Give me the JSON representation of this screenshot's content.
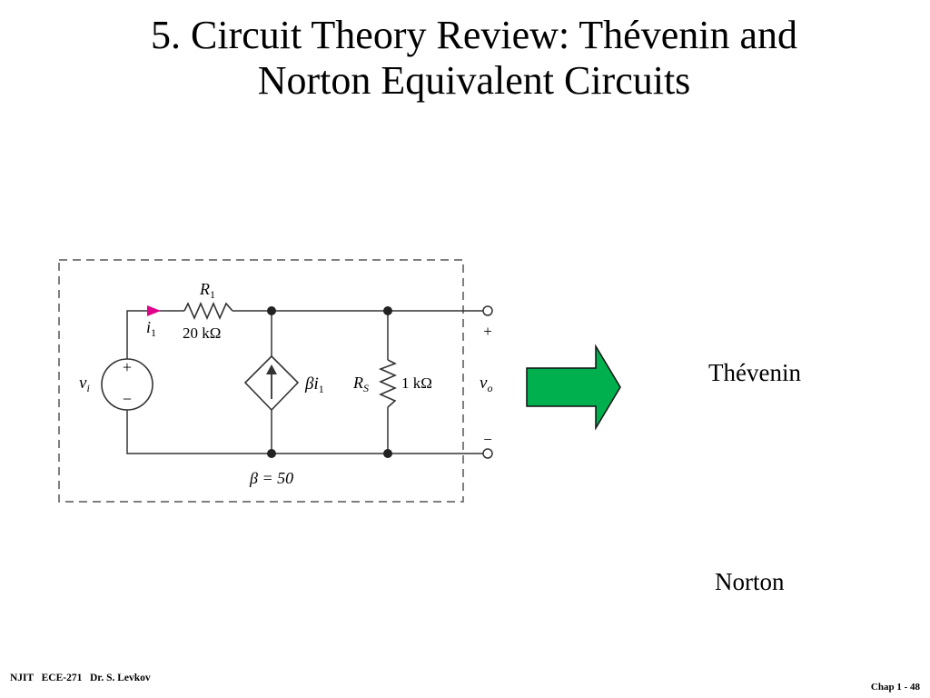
{
  "slide": {
    "title_line1": "5. Circuit Theory Review:  Thévenin and",
    "title_line2": "Norton Equivalent Circuits"
  },
  "circuit": {
    "r1_name": "R",
    "r1_sub": "1",
    "r1_value": "20 kΩ",
    "i1_name": "i",
    "i1_sub": "1",
    "vi_name": "v",
    "vi_sub": "i",
    "src_plus": "+",
    "src_minus": "−",
    "dep_src_label": "βi",
    "dep_src_sub": "1",
    "rs_name": "R",
    "rs_sub": "S",
    "rs_value": "1 kΩ",
    "vo_name": "v",
    "vo_sub": "o",
    "out_plus": "+",
    "out_minus": "−",
    "beta_label": "β = 50"
  },
  "labels": {
    "thevenin": "Thévenin",
    "norton": "Norton"
  },
  "footer": {
    "left": "NJIT   ECE-271   Dr. S. Levkov",
    "right": "Chap 1 - 48"
  },
  "colors": {
    "arrow_fill": "#00b04f",
    "current_arrow": "#e0008a"
  }
}
